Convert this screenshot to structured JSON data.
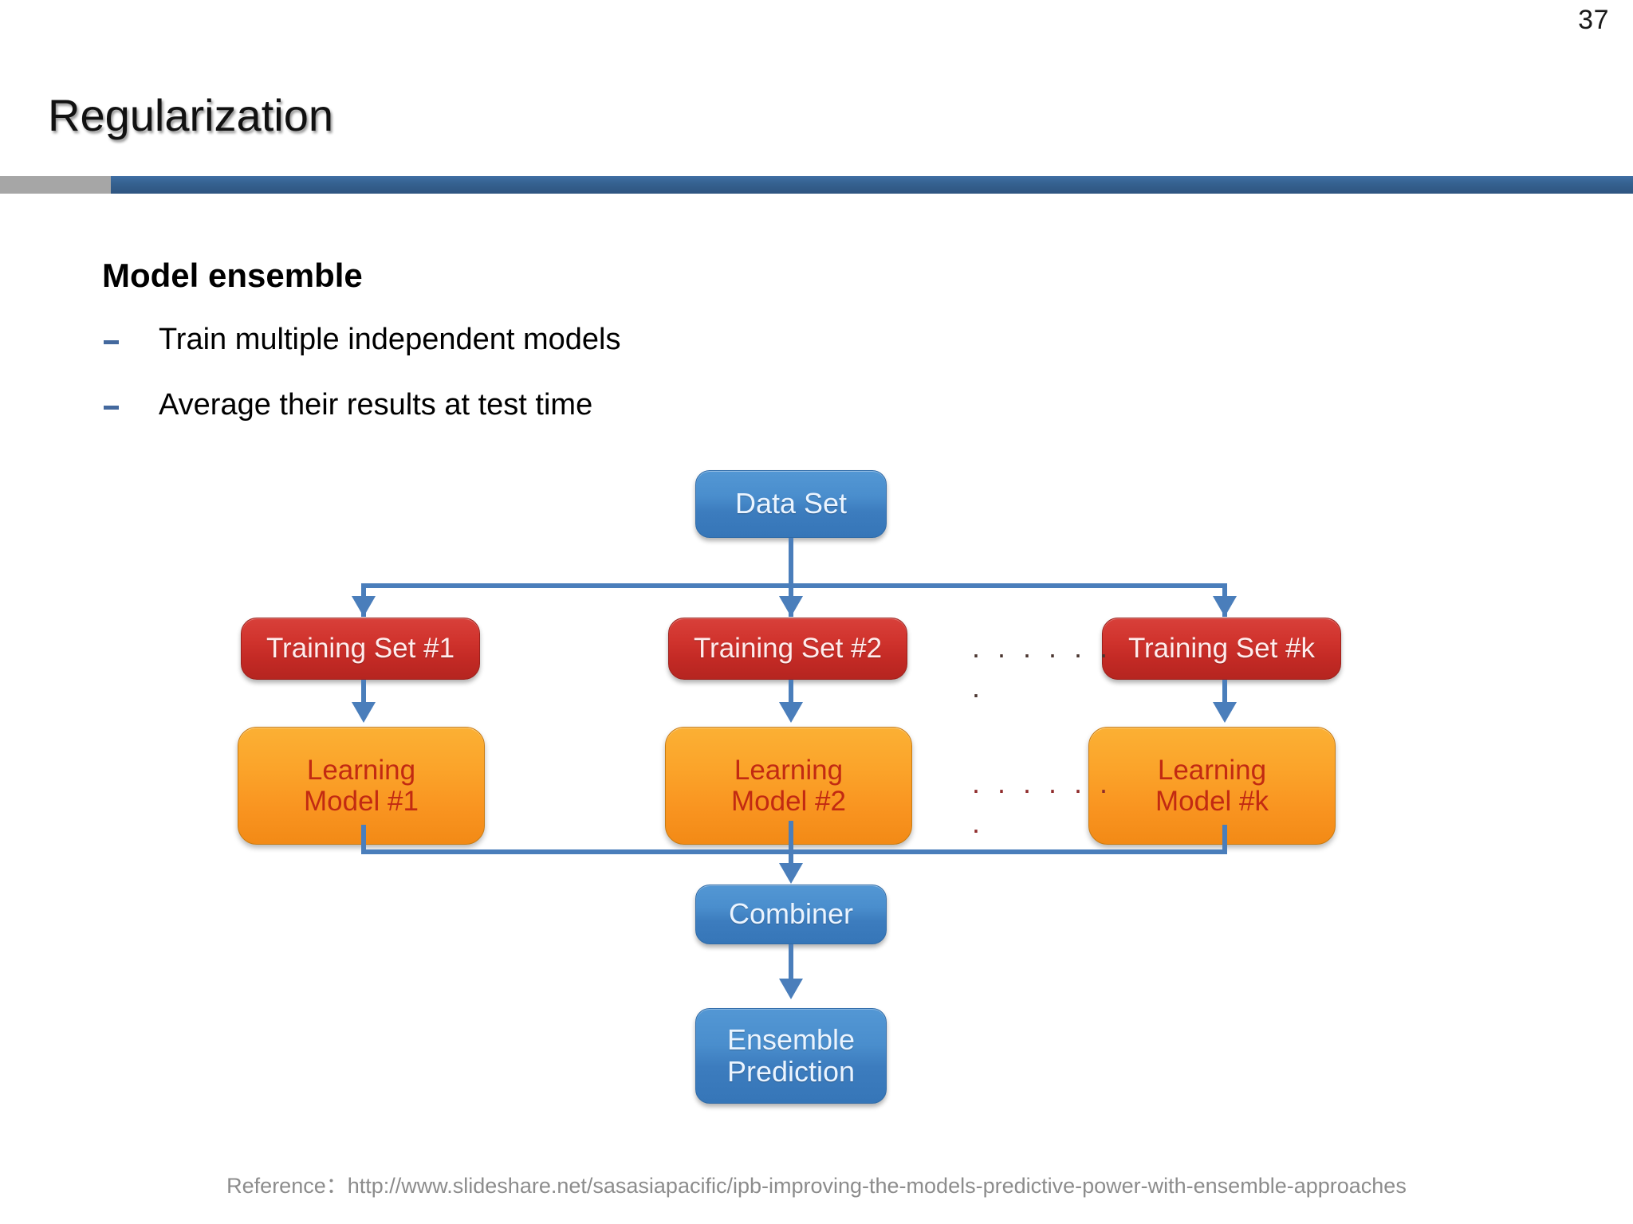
{
  "slide": {
    "number": "37",
    "title": "Regularization",
    "accent_gray": "#a6a6a6",
    "accent_blue": "#35618f"
  },
  "content": {
    "heading": "Model ensemble",
    "bullets": [
      {
        "marker": "-",
        "text": "Train multiple independent models"
      },
      {
        "marker": "-",
        "text": "Average their results at test time"
      }
    ]
  },
  "diagram": {
    "type": "flowchart",
    "nodes": {
      "data_set": {
        "label": "Data Set",
        "color": "#3c7cbe"
      },
      "training_sets": [
        {
          "label": "Training Set #1",
          "color": "#c42a25"
        },
        {
          "label": "Training Set #2",
          "color": "#c42a25"
        },
        {
          "label": "Training Set #k",
          "color": "#c42a25"
        }
      ],
      "learning_models": [
        {
          "line1": "Learning",
          "line2": "Model #1",
          "color": "#f99420"
        },
        {
          "line1": "Learning",
          "line2": "Model #2",
          "color": "#f99420"
        },
        {
          "line1": "Learning",
          "line2": "Model #k",
          "color": "#f99420"
        }
      ],
      "combiner": {
        "label": "Combiner",
        "color": "#3c7cbe"
      },
      "ensemble_prediction": {
        "line1": "Ensemble",
        "line2": "Prediction",
        "color": "#3c7cbe"
      }
    },
    "ellipses": {
      "training_row_dots": "· · · · · ·",
      "training_row_dot": "·",
      "model_row_dots": "· · · · · ·",
      "model_row_dot": "·"
    },
    "edge_color": "#4a7ebb"
  },
  "footer": {
    "reference": "Reference：http://www.slideshare.net/sasasiapacific/ipb-improving-the-models-predictive-power-with-ensemble-approaches"
  }
}
